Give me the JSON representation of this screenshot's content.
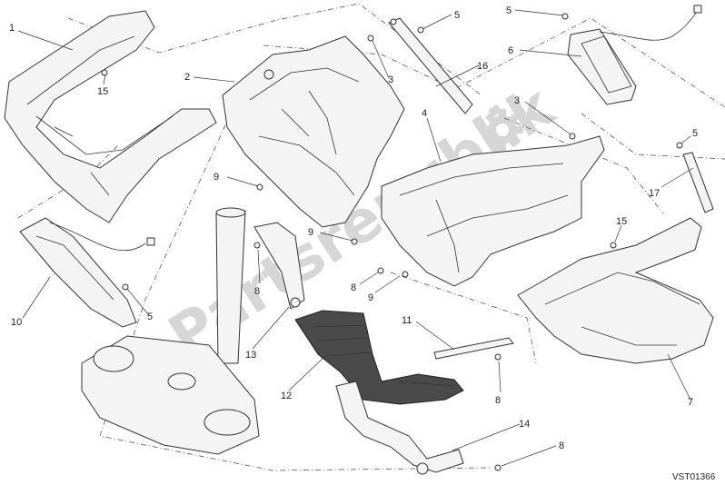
{
  "watermark": "Partsrepublik",
  "drawing_code": "VST01366",
  "callouts": [
    "1",
    "2",
    "3",
    "3",
    "4",
    "5",
    "5",
    "5",
    "5",
    "6",
    "7",
    "8",
    "8",
    "8",
    "8",
    "9",
    "9",
    "9",
    "10",
    "11",
    "12",
    "13",
    "14",
    "15",
    "15",
    "16",
    "17"
  ]
}
